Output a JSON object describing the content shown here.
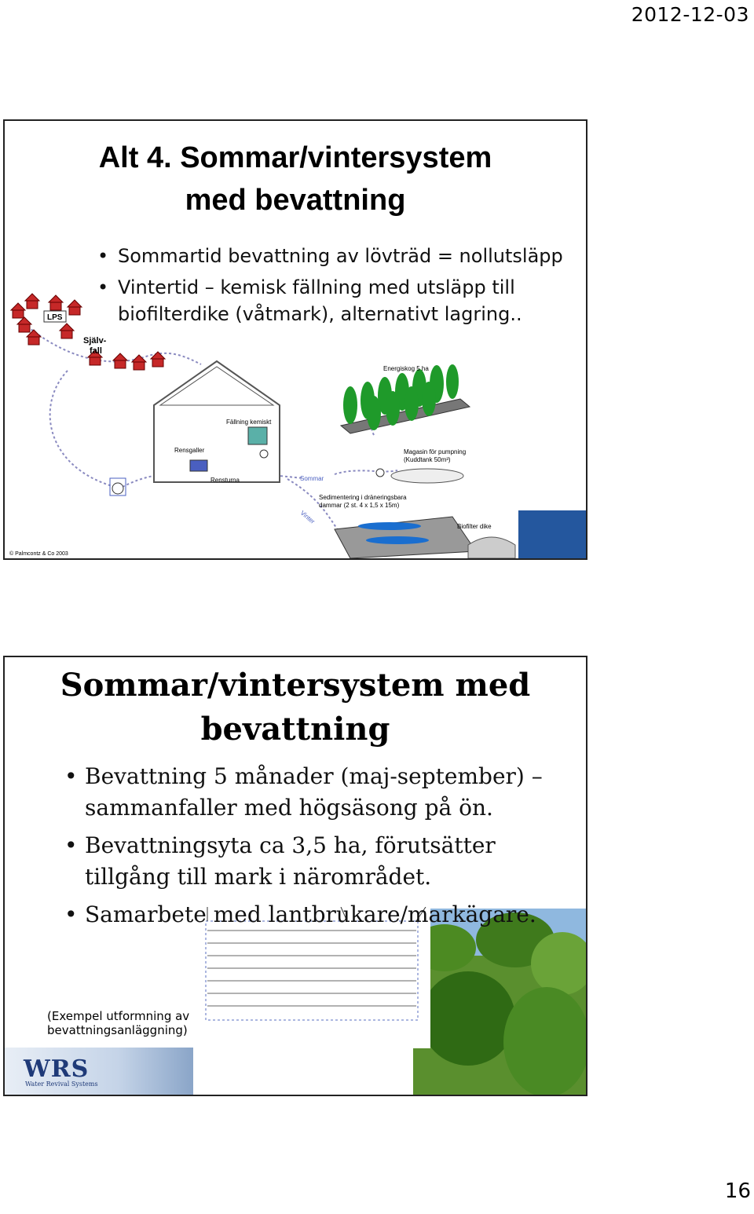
{
  "header": {
    "date": "2012-12-03"
  },
  "page": {
    "number": "16"
  },
  "slide1": {
    "title_line1": "Alt 4. Sommar/vintersystem",
    "title_line2": "med bevattning",
    "bullets": [
      "Sommartid bevattning av lövträd = nollutsläpp",
      "Vintertid – kemisk fällning med utsläpp till"
    ],
    "bullet2_cont": "biofilterdike (våtmark), alternativt lagring..",
    "diagram": {
      "lps": "LPS",
      "sjalvfall_1": "Själv-",
      "sjalvfall_2": "fall",
      "energiskog": "Energiskog 5 ha",
      "fallning": "Fällning kemiskt",
      "rensgaller": "Rensgaller",
      "rensturna": "Rensturna",
      "sommar": "Sommar",
      "vinter": "Vinter",
      "magasin_1": "Magasin för pumpning",
      "magasin_2": "(Kuddtank 50m³)",
      "sediment_1": "Sedimentering i dräneringsbara",
      "sediment_2": "dammar (2 st. 4 x 1,5 x 15m)",
      "biofilter": "Biofilter dike",
      "copyright": "© Palmcontz & Co  2003"
    }
  },
  "slide2": {
    "title_line1": "Sommar/vintersystem med",
    "title_line2": "bevattning",
    "bullets": [
      "Bevattning 5 månader (maj-september) – sammanfaller med högsäsong på ön.",
      "Bevattningsyta ca 3,5 ha, förutsätter tillgång till mark i närområdet.",
      "Samarbete med lantbrukare/markägare."
    ],
    "caption_line1": "(Exempel utformning av",
    "caption_line2": "bevattningsanläggning)",
    "logo": "WRS",
    "logo_sub": "Water Revival Systems"
  }
}
